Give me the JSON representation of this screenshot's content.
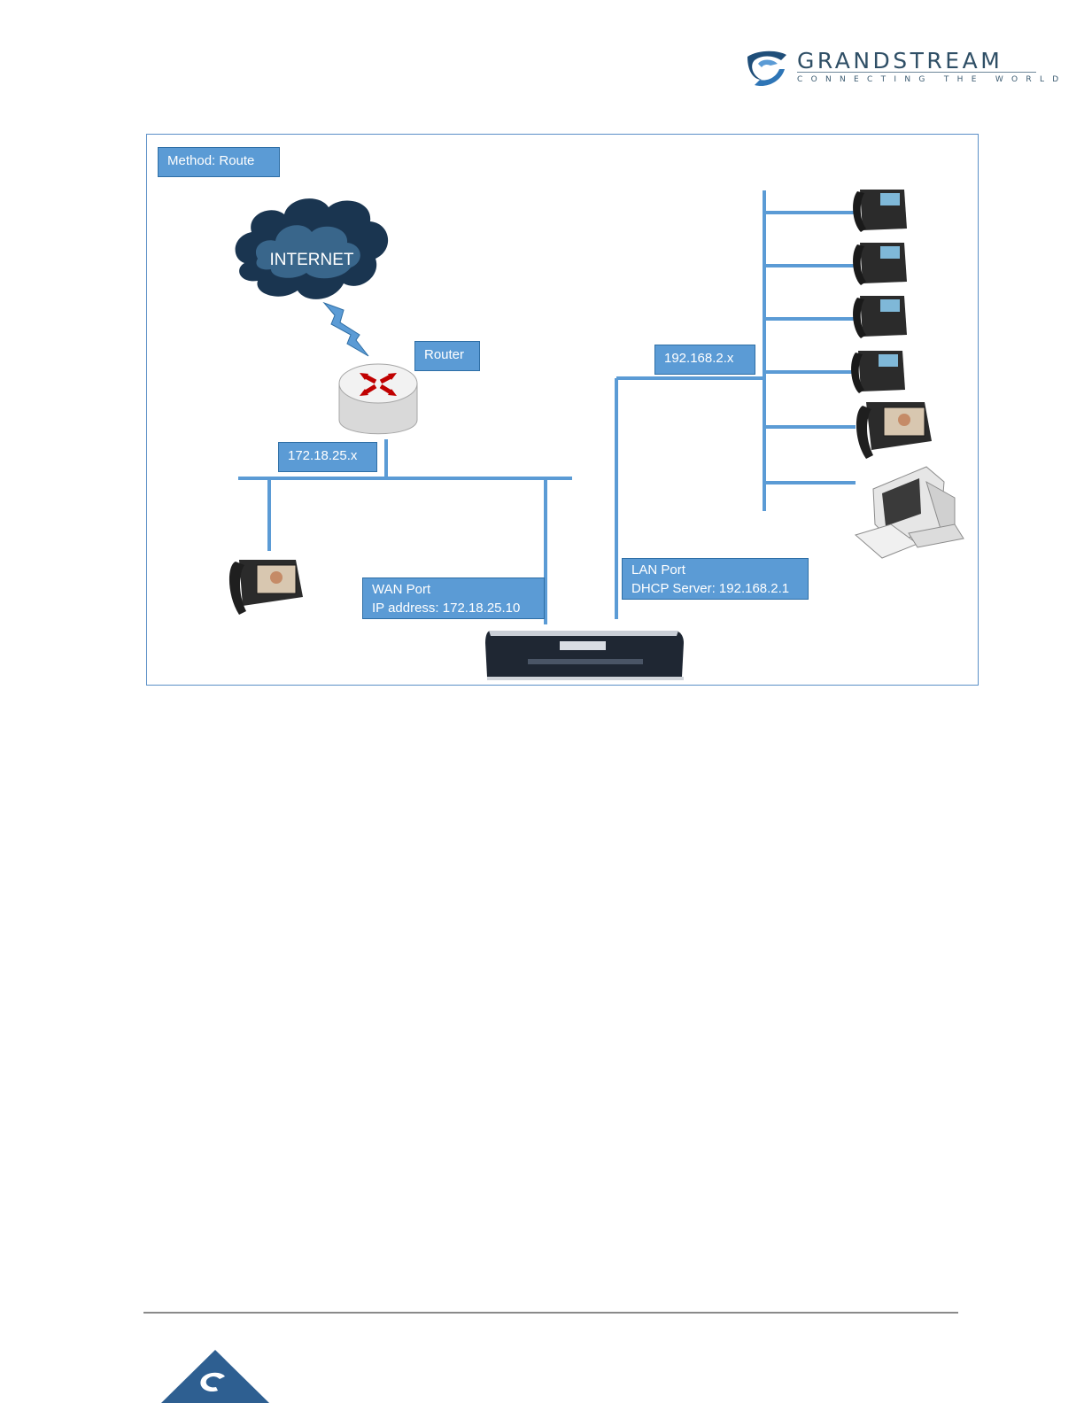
{
  "header": {
    "brand": "GRANDSTREAM",
    "tagline": "CONNECTING THE WORLD"
  },
  "diagram": {
    "method_label": "Method: Route",
    "internet_label": "INTERNET",
    "router_label": "Router",
    "wan_subnet_label": "172.18.25.x",
    "lan_subnet_label": "192.168.2.x",
    "wan_port": {
      "title": "WAN Port",
      "detail": "IP address: 172.18.25.10"
    },
    "lan_port": {
      "title": "LAN Port",
      "detail": "DHCP Server: 192.168.2.1"
    }
  },
  "colors": {
    "line": "#5b9bd5",
    "label_fill": "#5b9bd5",
    "label_border": "#2e6ea5",
    "frame": "#5b8fc7"
  }
}
